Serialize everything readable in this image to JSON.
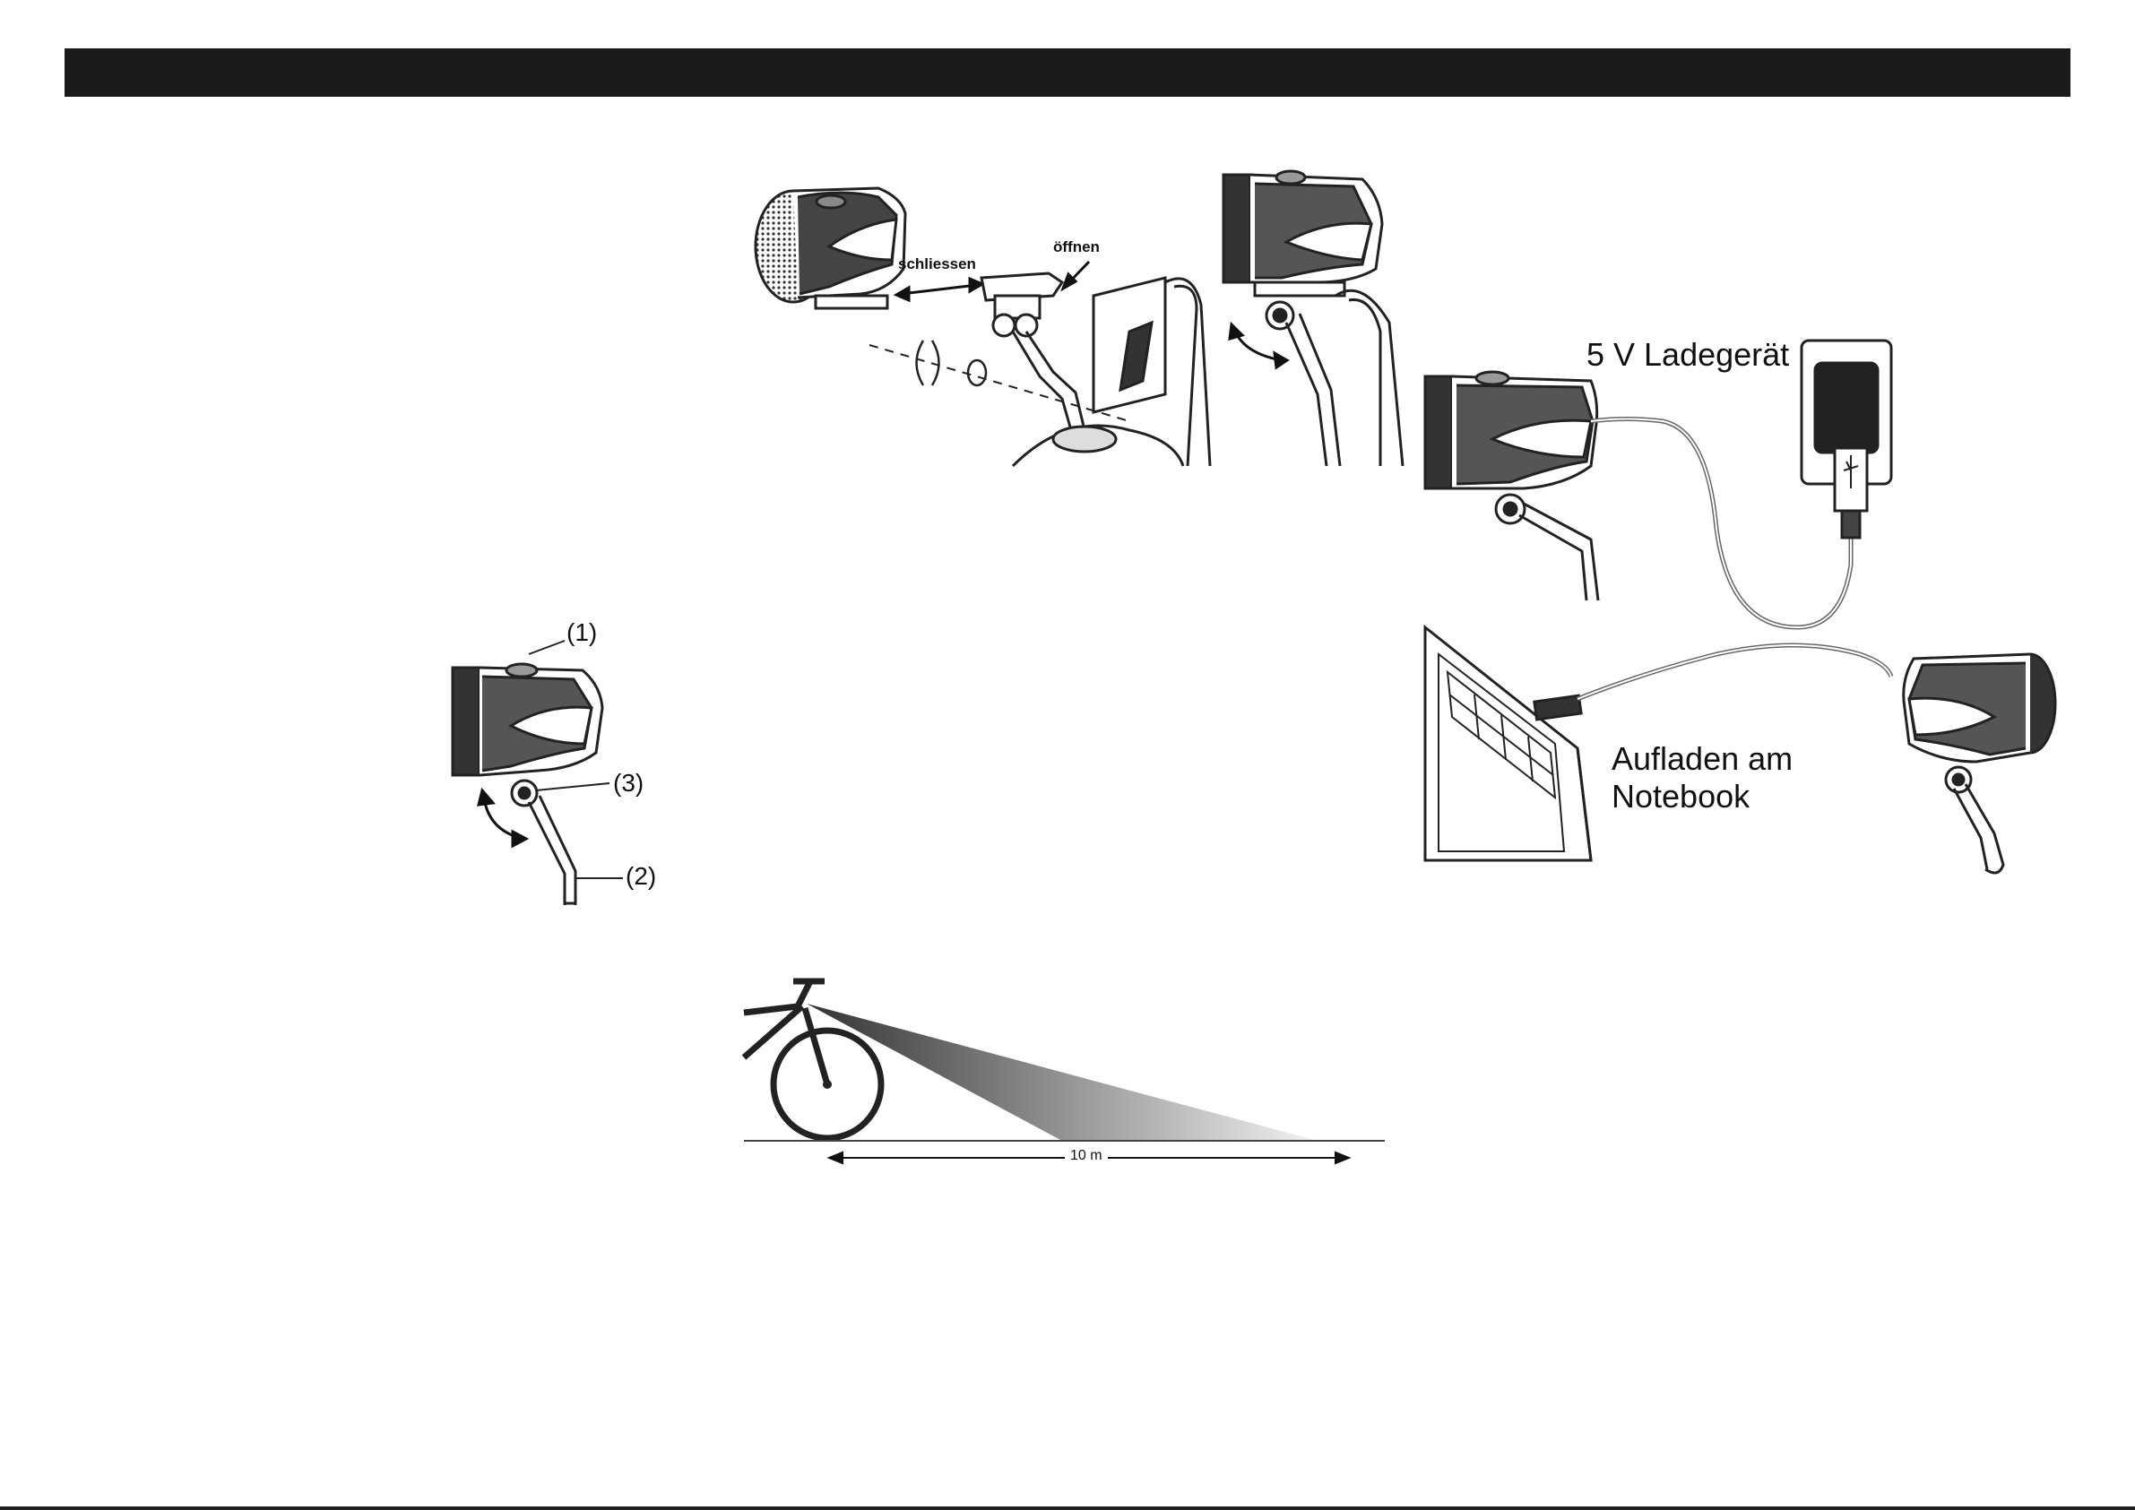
{
  "mount_figure": {
    "label_close": "schliessen",
    "label_open": "öffnen"
  },
  "parts_figure": {
    "callout_1": "(1)",
    "callout_2": "(2)",
    "callout_3": "(3)"
  },
  "charging_figure": {
    "charger_label": "5 V Ladegerät",
    "notebook_label_line1": "Aufladen am",
    "notebook_label_line2": "Notebook"
  },
  "beam_figure": {
    "distance_label": "10 m"
  },
  "colors": {
    "header_bar": "#1a1a1a",
    "line_art": "#222222",
    "lamp_body": "#2b2b2b"
  }
}
